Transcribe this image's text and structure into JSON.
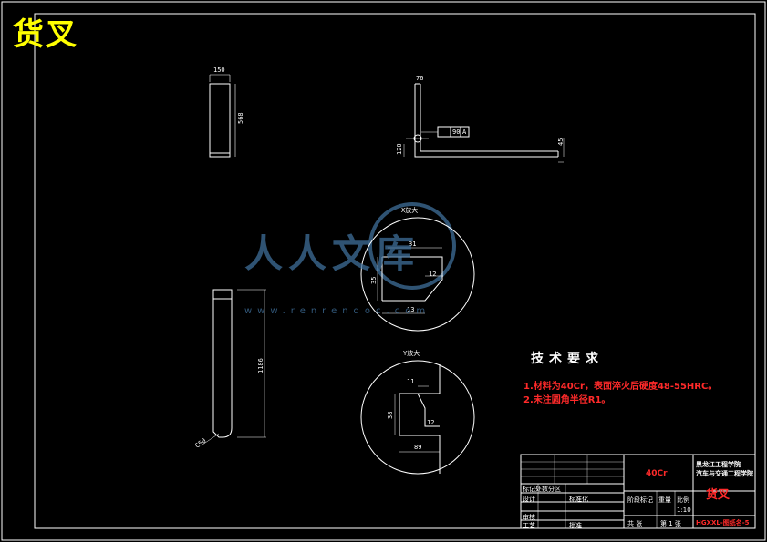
{
  "title": "货叉",
  "tech_requirements": {
    "heading": "技术要求",
    "notes": [
      "1.材料为40Cr，表面淬火后硬度48-55HRC。",
      "2.未注圆角半径R1。"
    ]
  },
  "dimensions": {
    "top_view_width": "150",
    "top_view_height": "568",
    "side_top": "76",
    "side_angle": "90",
    "side_datum": "A",
    "side_left": "120",
    "side_right": "45",
    "front_length": "1186",
    "front_chamfer": "C50",
    "section_x_label": "X放大",
    "section_x_w1": "31",
    "section_x_h": "35",
    "section_x_w2": "12",
    "section_x_w3": "13",
    "section_y_label": "Y放大",
    "section_y_w1": "11",
    "section_y_h": "38",
    "section_y_w2": "12",
    "section_y_w3": "89"
  },
  "title_block": {
    "material": "40Cr",
    "school_line1": "黑龙江工程学院",
    "school_line2": "汽车与交通工程学院",
    "part_name": "货叉",
    "drawing_no": "HGXXL-图纸名-5",
    "scale": "1:10",
    "labels": {
      "design": "设计",
      "check": "审核",
      "process": "工艺",
      "stage": "阶段标记",
      "weight": "重量",
      "ratio": "比例",
      "sheet": "共 张",
      "sheet_of": "第 1 张",
      "std": "标准化",
      "approve": "批准",
      "mark": "标记处数分区"
    }
  },
  "watermark": {
    "text": "人人文库",
    "url": "www.renrendoc.com"
  }
}
